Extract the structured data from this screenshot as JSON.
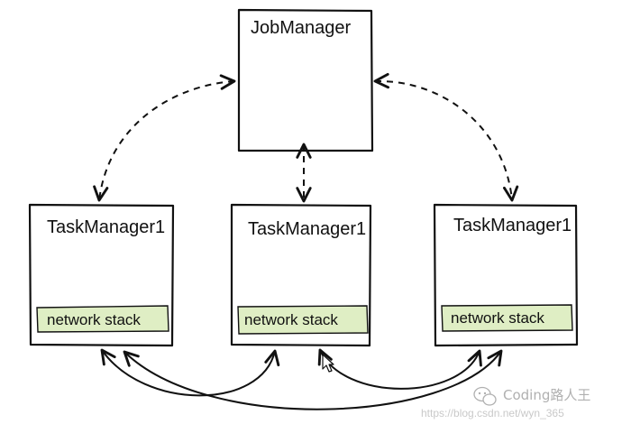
{
  "job_manager": {
    "label": "JobManager"
  },
  "task_managers": [
    {
      "label": "TaskManager1",
      "stack_label": "network stack"
    },
    {
      "label": "TaskManager1",
      "stack_label": "network stack"
    },
    {
      "label": "TaskManager1",
      "stack_label": "network stack"
    }
  ],
  "colors": {
    "stroke": "#111111",
    "stack_fill": "#dfeec4",
    "watermark": "#c9c9c9"
  },
  "watermark": {
    "brand": "Coding路人王",
    "url": "https://blog.csdn.net/wyn_365"
  }
}
